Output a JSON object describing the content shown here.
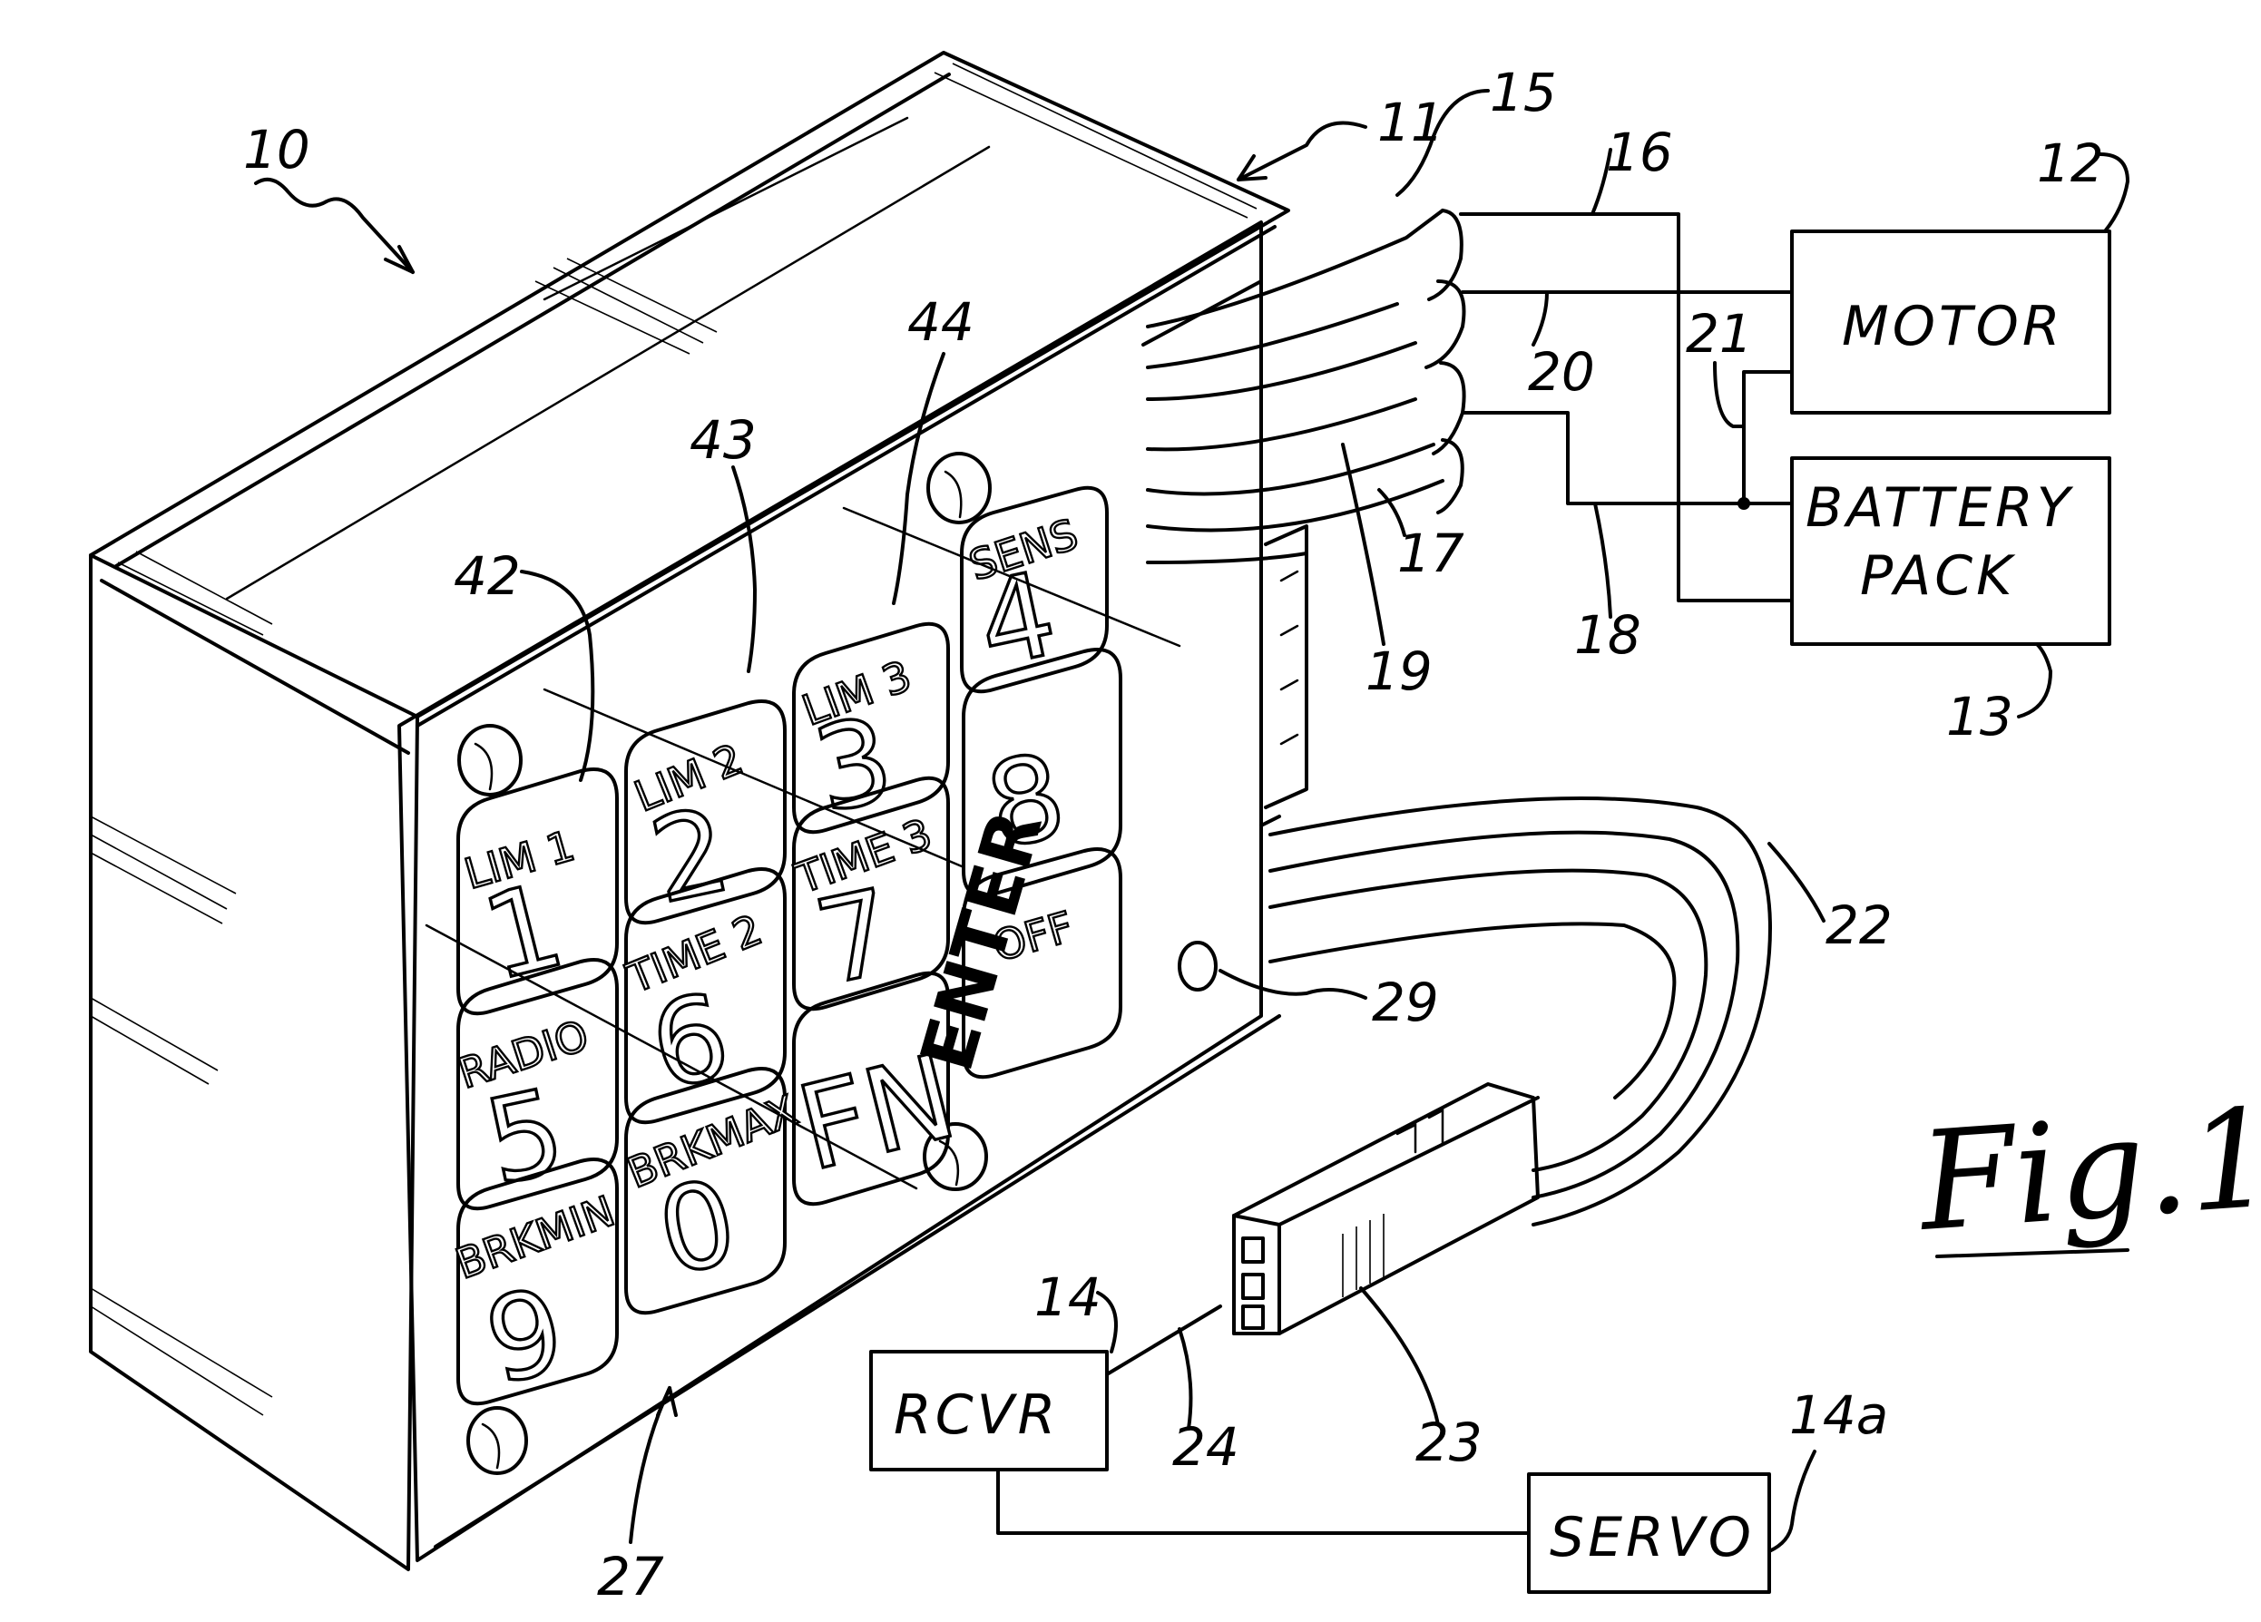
{
  "figure_label": "Fig.1",
  "refs": {
    "r10": "10",
    "r11": "11",
    "r12": "12",
    "r13": "13",
    "r14": "14",
    "r14a": "14a",
    "r15": "15",
    "r16": "16",
    "r17": "17",
    "r18": "18",
    "r19": "19",
    "r20": "20",
    "r21": "21",
    "r22": "22",
    "r23": "23",
    "r24": "24",
    "r27": "27",
    "r29": "29",
    "r42": "42",
    "r43": "43",
    "r44": "44"
  },
  "boxes": {
    "motor": "MOTOR",
    "battery_line1": "BATTERY",
    "battery_line2": "PACK",
    "rcvr": "RCVR",
    "servo": "SERVO"
  },
  "keys": {
    "k1": {
      "top": "LIM 1",
      "num": "1"
    },
    "k2": {
      "top": "LIM 2",
      "num": "2"
    },
    "k3": {
      "top": "LIM 3",
      "num": "3"
    },
    "k4": {
      "top": "SENS",
      "num": "4"
    },
    "k5": {
      "top": "RADIO",
      "num": "5"
    },
    "k6": {
      "top": "TIME 2",
      "num": "6"
    },
    "k7": {
      "top": "TIME 3",
      "num": "7"
    },
    "k8": {
      "top": "",
      "num": "8"
    },
    "k9": {
      "top": "BRKMIN",
      "num": "9"
    },
    "k0": {
      "top": "BRKMAX",
      "num": "0"
    },
    "kfn": {
      "top": "",
      "num": "FN"
    },
    "kenter": {
      "top": "OFF",
      "num": "ENTER"
    }
  }
}
